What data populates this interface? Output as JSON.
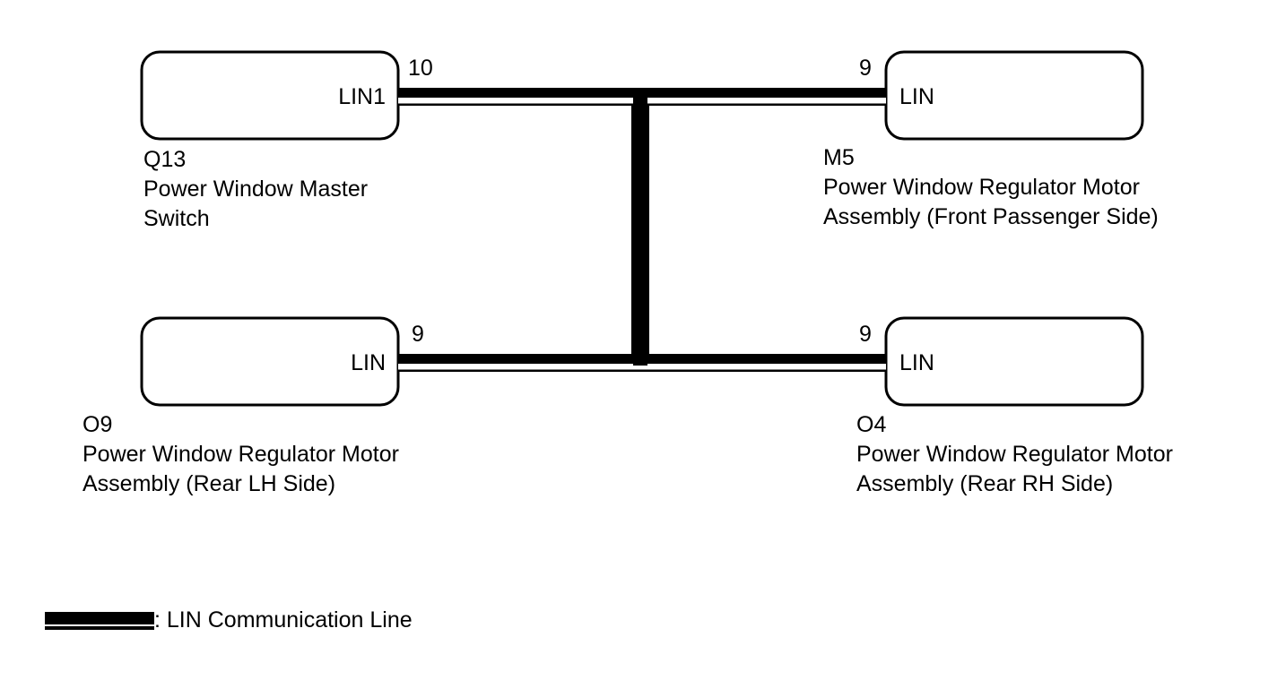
{
  "wire_color": "#000000",
  "background_color": "#ffffff",
  "components": [
    {
      "id": "Q13",
      "name_lines": [
        "Power Window Master",
        "Switch"
      ],
      "terminal": "LIN1",
      "pin": "10"
    },
    {
      "id": "M5",
      "name_lines": [
        "Power Window Regulator Motor",
        "Assembly (Front Passenger Side)"
      ],
      "terminal": "LIN",
      "pin": "9"
    },
    {
      "id": "O9",
      "name_lines": [
        "Power Window Regulator Motor",
        "Assembly (Rear LH Side)"
      ],
      "terminal": "LIN",
      "pin": "9"
    },
    {
      "id": "O4",
      "name_lines": [
        "Power Window Regulator Motor",
        "Assembly (Rear RH Side)"
      ],
      "terminal": "LIN",
      "pin": "9"
    }
  ],
  "legend": {
    "label": ": LIN Communication Line"
  }
}
